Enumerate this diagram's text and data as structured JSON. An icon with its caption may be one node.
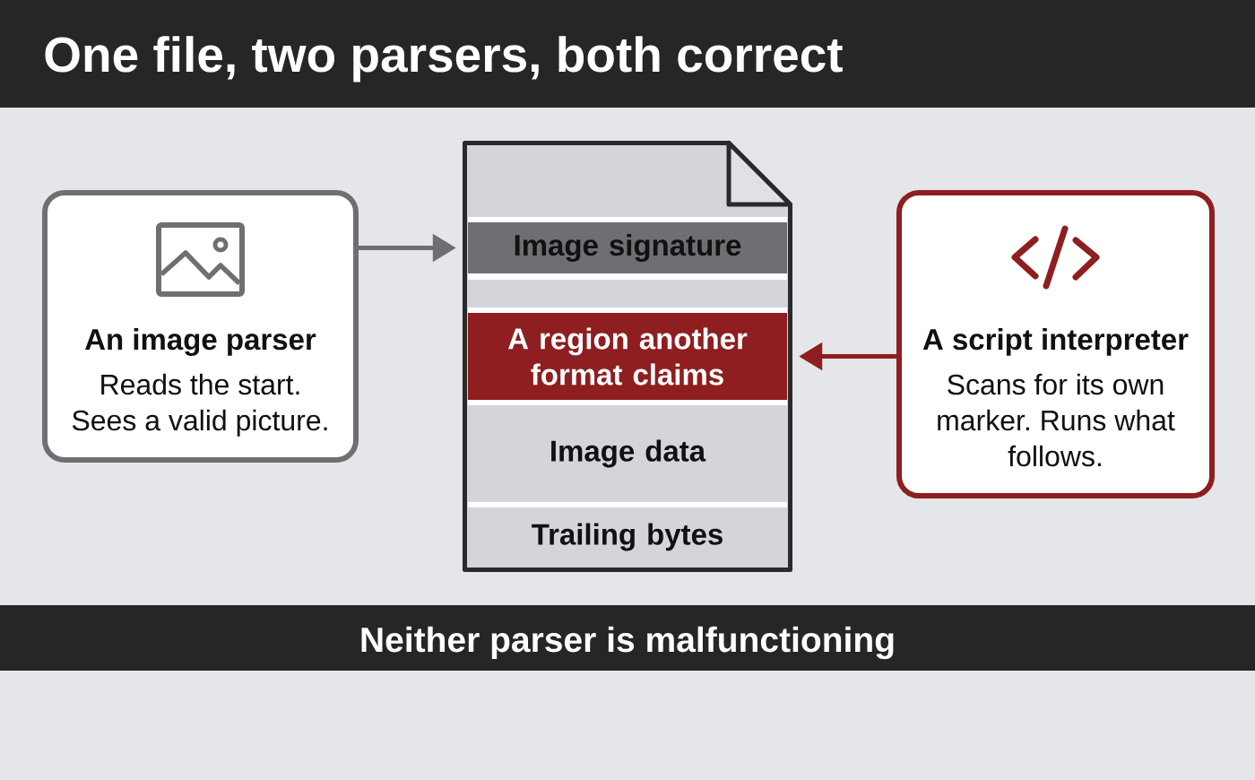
{
  "diagram": {
    "title": "One file, two parsers, both correct",
    "caption": "Neither parser is malfunctioning",
    "nodes": [
      {
        "text": [
          "An image parser",
          "Reads the start. Sees a valid picture."
        ]
      },
      {
        "text": [],
        "shape": "document"
      },
      {
        "text": [
          "Image signature"
        ],
        "in": 1
      },
      {
        "text": [],
        "shape": "bar",
        "in": 1
      },
      {
        "text": [
          "A region another format claims"
        ],
        "in": 1
      },
      {
        "text": [
          "Image data"
        ],
        "in": 1
      },
      {
        "text": [
          "Trailing bytes"
        ],
        "in": 1
      },
      {
        "text": [
          "A script interpreter",
          "Scans for its own marker. Runs what follows."
        ]
      }
    ],
    "edges": [
      {
        "from": 0,
        "to": 2,
        "arrow": "to",
        "color": "#6e6f73"
      },
      {
        "from": 7,
        "to": 4,
        "arrow": "to",
        "color": "#8e1e20"
      }
    ]
  }
}
